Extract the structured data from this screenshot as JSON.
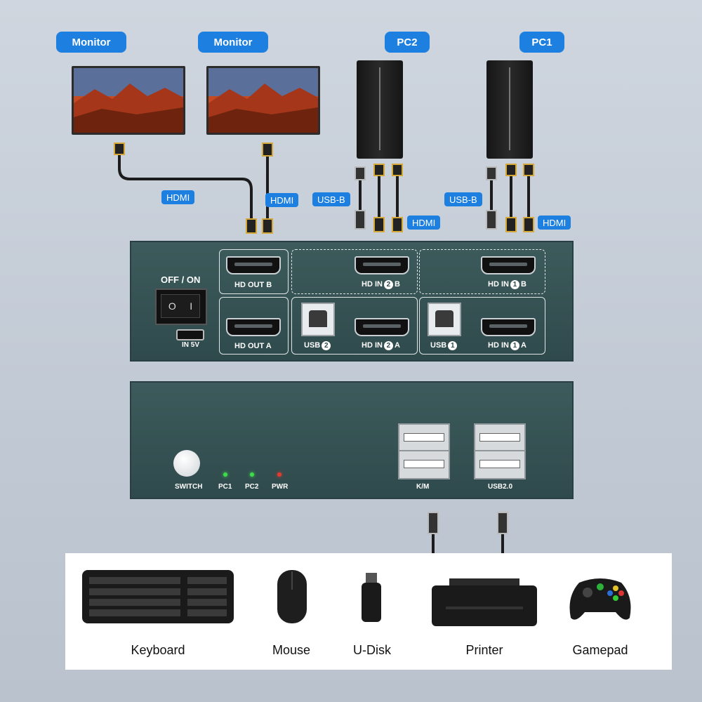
{
  "top_labels": {
    "monitor_left": "Monitor",
    "monitor_right": "Monitor",
    "pc2": "PC2",
    "pc1": "PC1"
  },
  "cable_tags": {
    "hdmi_1": "HDMI",
    "hdmi_2": "HDMI",
    "usbb_pc2": "USB-B",
    "hdmi_pc2": "HDMI",
    "usbb_pc1": "USB-B",
    "hdmi_pc1": "HDMI"
  },
  "back_panel": {
    "power_label": "OFF / ON",
    "power_in": "IN 5V",
    "hd_out_b": "HD OUT B",
    "hd_out_a": "HD OUT A",
    "hd_in_2b": {
      "prefix": "HD IN",
      "num": "2",
      "suffix": "B"
    },
    "hd_in_1b": {
      "prefix": "HD IN",
      "num": "1",
      "suffix": "B"
    },
    "hd_in_2a": {
      "prefix": "HD IN",
      "num": "2",
      "suffix": "A"
    },
    "hd_in_1a": {
      "prefix": "HD IN",
      "num": "1",
      "suffix": "A"
    },
    "usb2": {
      "prefix": "USB",
      "num": "2"
    },
    "usb1": {
      "prefix": "USB",
      "num": "1"
    }
  },
  "front_panel": {
    "switch": "SWITCH",
    "pc1": "PC1",
    "pc2": "PC2",
    "pwr": "PWR",
    "km": "K/M",
    "usb20": "USB2.0",
    "colors": {
      "led_green": "#3ddc4a",
      "led_red": "#e53b2f"
    }
  },
  "devices": [
    {
      "name": "Keyboard"
    },
    {
      "name": "Mouse"
    },
    {
      "name": "U-Disk"
    },
    {
      "name": "Printer"
    },
    {
      "name": "Gamepad"
    }
  ],
  "colors": {
    "accent": "#1d7fe0",
    "panel": "#2f4a4c"
  }
}
